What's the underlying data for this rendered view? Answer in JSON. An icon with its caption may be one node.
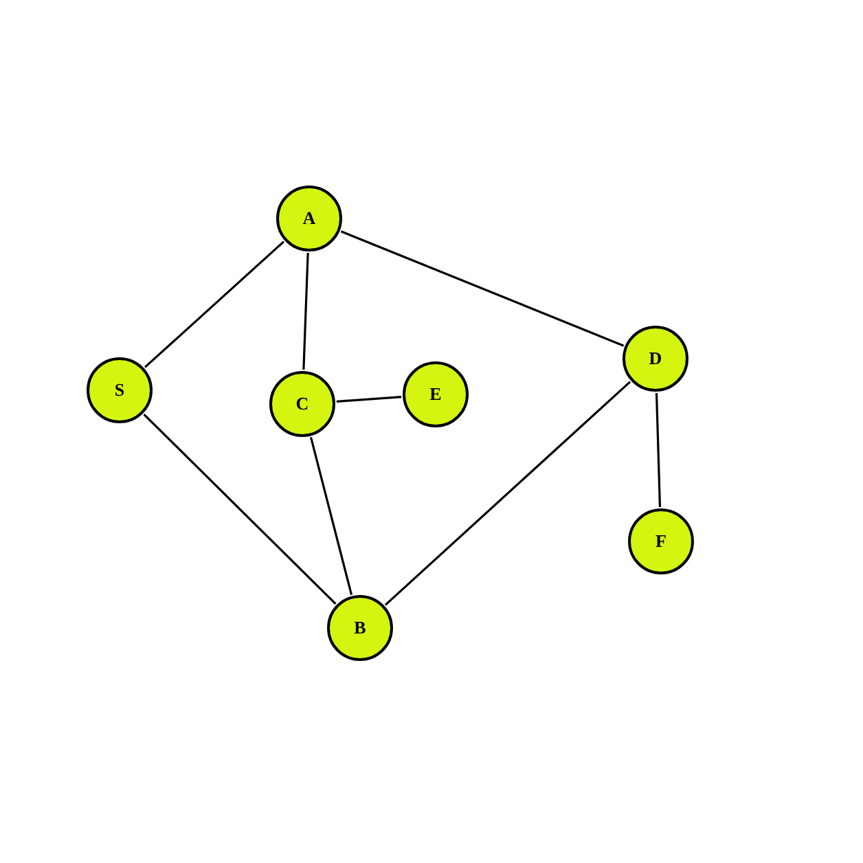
{
  "diagram": {
    "nodes": [
      {
        "text": [
          "A"
        ]
      },
      {
        "text": [
          "S"
        ]
      },
      {
        "text": [
          "C"
        ]
      },
      {
        "text": [
          "E"
        ]
      },
      {
        "text": [
          "D"
        ]
      },
      {
        "text": [
          "F"
        ]
      },
      {
        "text": [
          "B"
        ]
      }
    ],
    "edges": [
      {
        "from": 0,
        "to": 1,
        "arrow": "none"
      },
      {
        "from": 0,
        "to": 2,
        "arrow": "none"
      },
      {
        "from": 0,
        "to": 4,
        "arrow": "none"
      },
      {
        "from": 1,
        "to": 6,
        "arrow": "none"
      },
      {
        "from": 2,
        "to": 3,
        "arrow": "none"
      },
      {
        "from": 2,
        "to": 6,
        "arrow": "none"
      },
      {
        "from": 4,
        "to": 6,
        "arrow": "none"
      },
      {
        "from": 4,
        "to": 5,
        "arrow": "none"
      }
    ]
  }
}
